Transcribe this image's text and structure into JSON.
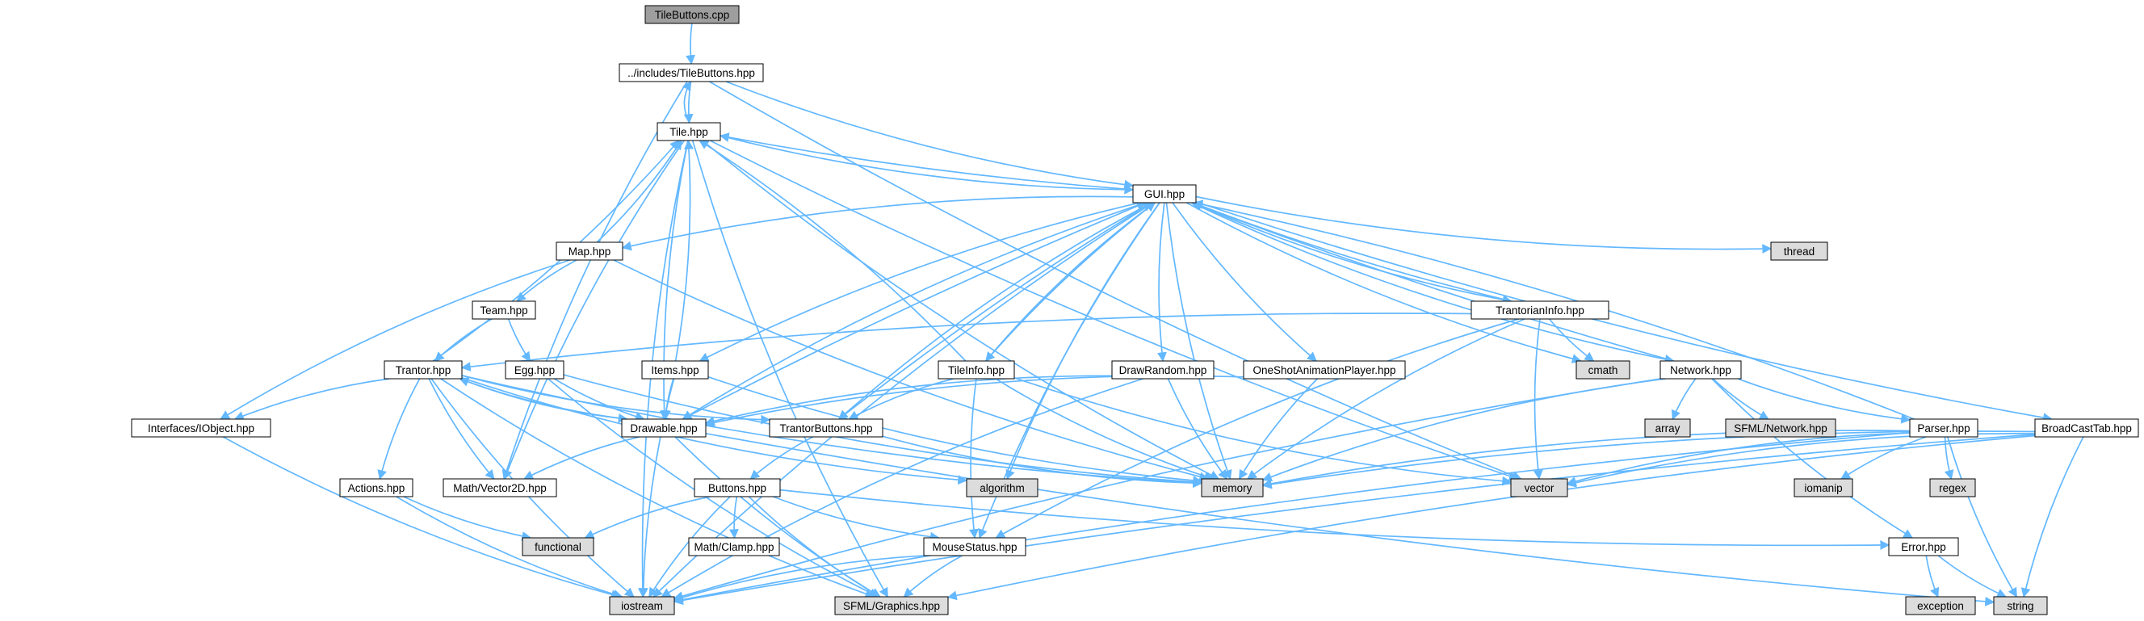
{
  "colors": {
    "edge": "#63b8ff",
    "node_fill": "#ffffff",
    "root_fill": "#9e9e9e",
    "external_fill": "#dcdcdc",
    "external_stroke": "#bfbfbf",
    "node_stroke": "#000000"
  },
  "nodes": {
    "tilebuttons_cpp": {
      "label": "TileButtons.cpp",
      "kind": "root"
    },
    "inc_tilebuttons": {
      "label": "../includes/TileButtons.hpp",
      "kind": "file"
    },
    "tile": {
      "label": "Tile.hpp",
      "kind": "file"
    },
    "gui": {
      "label": "GUI.hpp",
      "kind": "file"
    },
    "thread": {
      "label": "thread",
      "kind": "external"
    },
    "map": {
      "label": "Map.hpp",
      "kind": "file"
    },
    "team": {
      "label": "Team.hpp",
      "kind": "file"
    },
    "trantorianinfo": {
      "label": "TrantorianInfo.hpp",
      "kind": "file"
    },
    "cmath": {
      "label": "cmath",
      "kind": "external"
    },
    "tileinfo": {
      "label": "TileInfo.hpp",
      "kind": "file"
    },
    "drawrandom": {
      "label": "DrawRandom.hpp",
      "kind": "file"
    },
    "oneshot": {
      "label": "OneShotAnimationPlayer.hpp",
      "kind": "file"
    },
    "network": {
      "label": "Network.hpp",
      "kind": "file"
    },
    "trantor": {
      "label": "Trantor.hpp",
      "kind": "file"
    },
    "egg": {
      "label": "Egg.hpp",
      "kind": "file"
    },
    "items": {
      "label": "Items.hpp",
      "kind": "file"
    },
    "iobject": {
      "label": "Interfaces/IObject.hpp",
      "kind": "file"
    },
    "drawable": {
      "label": "Drawable.hpp",
      "kind": "file"
    },
    "trantorbuttons": {
      "label": "TrantorButtons.hpp",
      "kind": "file"
    },
    "array": {
      "label": "array",
      "kind": "external"
    },
    "sfmlnetwork": {
      "label": "SFML/Network.hpp",
      "kind": "external"
    },
    "parser": {
      "label": "Parser.hpp",
      "kind": "file"
    },
    "broadcasttab": {
      "label": "BroadCastTab.hpp",
      "kind": "file"
    },
    "vector2d": {
      "label": "Math/Vector2D.hpp",
      "kind": "file"
    },
    "algorithm": {
      "label": "algorithm",
      "kind": "external"
    },
    "memory": {
      "label": "memory",
      "kind": "external"
    },
    "vector": {
      "label": "vector",
      "kind": "external"
    },
    "iomanip": {
      "label": "iomanip",
      "kind": "external"
    },
    "regex": {
      "label": "regex",
      "kind": "external"
    },
    "actions": {
      "label": "Actions.hpp",
      "kind": "file"
    },
    "buttons": {
      "label": "Buttons.hpp",
      "kind": "file"
    },
    "functional": {
      "label": "functional",
      "kind": "external"
    },
    "clamp": {
      "label": "Math/Clamp.hpp",
      "kind": "file"
    },
    "mousestatus": {
      "label": "MouseStatus.hpp",
      "kind": "file"
    },
    "error": {
      "label": "Error.hpp",
      "kind": "file"
    },
    "iostream": {
      "label": "iostream",
      "kind": "external"
    },
    "sfmlgraphics": {
      "label": "SFML/Graphics.hpp",
      "kind": "external"
    },
    "exception": {
      "label": "exception",
      "kind": "external"
    },
    "string": {
      "label": "string",
      "kind": "external"
    }
  },
  "edges": [
    [
      "tilebuttons_cpp",
      "inc_tilebuttons"
    ],
    [
      "inc_tilebuttons",
      "tile"
    ],
    [
      "inc_tilebuttons",
      "gui"
    ],
    [
      "inc_tilebuttons",
      "vector"
    ],
    [
      "inc_tilebuttons",
      "vector2d"
    ],
    [
      "tile",
      "inc_tilebuttons"
    ],
    [
      "tile",
      "gui"
    ],
    [
      "tile",
      "drawable"
    ],
    [
      "tile",
      "memory"
    ],
    [
      "tile",
      "vector"
    ],
    [
      "tile",
      "iostream"
    ],
    [
      "tile",
      "sfmlgraphics"
    ],
    [
      "tile",
      "vector2d"
    ],
    [
      "gui",
      "tile"
    ],
    [
      "gui",
      "map"
    ],
    [
      "gui",
      "items"
    ],
    [
      "gui",
      "drawable"
    ],
    [
      "gui",
      "trantorbuttons"
    ],
    [
      "gui",
      "tileinfo"
    ],
    [
      "gui",
      "algorithm"
    ],
    [
      "gui",
      "mousestatus"
    ],
    [
      "gui",
      "drawrandom"
    ],
    [
      "gui",
      "oneshot"
    ],
    [
      "gui",
      "memory"
    ],
    [
      "gui",
      "trantorianinfo"
    ],
    [
      "gui",
      "cmath"
    ],
    [
      "gui",
      "network"
    ],
    [
      "gui",
      "thread"
    ],
    [
      "gui",
      "broadcasttab"
    ],
    [
      "gui",
      "iostream"
    ],
    [
      "map",
      "tile"
    ],
    [
      "map",
      "team"
    ],
    [
      "map",
      "iobject"
    ],
    [
      "map",
      "memory"
    ],
    [
      "team",
      "trantor"
    ],
    [
      "team",
      "egg"
    ],
    [
      "trantor",
      "tile"
    ],
    [
      "trantor",
      "iobject"
    ],
    [
      "trantor",
      "drawable"
    ],
    [
      "trantor",
      "trantorbuttons"
    ],
    [
      "trantor",
      "actions"
    ],
    [
      "trantor",
      "vector2d"
    ],
    [
      "trantor",
      "iostream"
    ],
    [
      "trantor",
      "sfmlgraphics"
    ],
    [
      "trantor",
      "memory"
    ],
    [
      "trantor",
      "algorithm"
    ],
    [
      "egg",
      "drawable"
    ],
    [
      "egg",
      "memory"
    ],
    [
      "egg",
      "sfmlgraphics"
    ],
    [
      "items",
      "tile"
    ],
    [
      "items",
      "drawable"
    ],
    [
      "items",
      "memory"
    ],
    [
      "items",
      "iostream"
    ],
    [
      "iobject",
      "iostream"
    ],
    [
      "drawable",
      "gui"
    ],
    [
      "drawable",
      "vector2d"
    ],
    [
      "drawable",
      "sfmlgraphics"
    ],
    [
      "drawable",
      "trantor"
    ],
    [
      "drawable",
      "string"
    ],
    [
      "trantorbuttons",
      "gui"
    ],
    [
      "trantorbuttons",
      "buttons"
    ],
    [
      "trantorbuttons",
      "memory"
    ],
    [
      "tileinfo",
      "tile"
    ],
    [
      "tileinfo",
      "gui"
    ],
    [
      "tileinfo",
      "trantorbuttons"
    ],
    [
      "tileinfo",
      "mousestatus"
    ],
    [
      "tileinfo",
      "memory"
    ],
    [
      "tileinfo",
      "vector"
    ],
    [
      "drawrandom",
      "drawable"
    ],
    [
      "drawrandom",
      "memory"
    ],
    [
      "drawrandom",
      "iostream"
    ],
    [
      "oneshot",
      "drawable"
    ],
    [
      "oneshot",
      "memory"
    ],
    [
      "trantorianinfo",
      "gui"
    ],
    [
      "trantorianinfo",
      "trantor"
    ],
    [
      "trantorianinfo",
      "cmath"
    ],
    [
      "trantorianinfo",
      "vector"
    ],
    [
      "trantorianinfo",
      "memory"
    ],
    [
      "trantorianinfo",
      "mousestatus"
    ],
    [
      "network",
      "gui"
    ],
    [
      "network",
      "array"
    ],
    [
      "network",
      "sfmlnetwork"
    ],
    [
      "network",
      "parser"
    ],
    [
      "network",
      "memory"
    ],
    [
      "network",
      "error"
    ],
    [
      "network",
      "iostream"
    ],
    [
      "parser",
      "gui"
    ],
    [
      "parser",
      "memory"
    ],
    [
      "parser",
      "vector"
    ],
    [
      "parser",
      "iomanip"
    ],
    [
      "parser",
      "regex"
    ],
    [
      "parser",
      "string"
    ],
    [
      "parser",
      "iostream"
    ],
    [
      "broadcasttab",
      "memory"
    ],
    [
      "broadcasttab",
      "vector"
    ],
    [
      "broadcasttab",
      "string"
    ],
    [
      "broadcasttab",
      "sfmlgraphics"
    ],
    [
      "broadcasttab",
      "iostream"
    ],
    [
      "actions",
      "functional"
    ],
    [
      "actions",
      "iostream"
    ],
    [
      "buttons",
      "functional"
    ],
    [
      "buttons",
      "clamp"
    ],
    [
      "buttons",
      "mousestatus"
    ],
    [
      "buttons",
      "error"
    ],
    [
      "buttons",
      "iostream"
    ],
    [
      "buttons",
      "sfmlgraphics"
    ],
    [
      "mousestatus",
      "iostream"
    ],
    [
      "mousestatus",
      "sfmlgraphics"
    ],
    [
      "error",
      "exception"
    ],
    [
      "error",
      "string"
    ]
  ]
}
